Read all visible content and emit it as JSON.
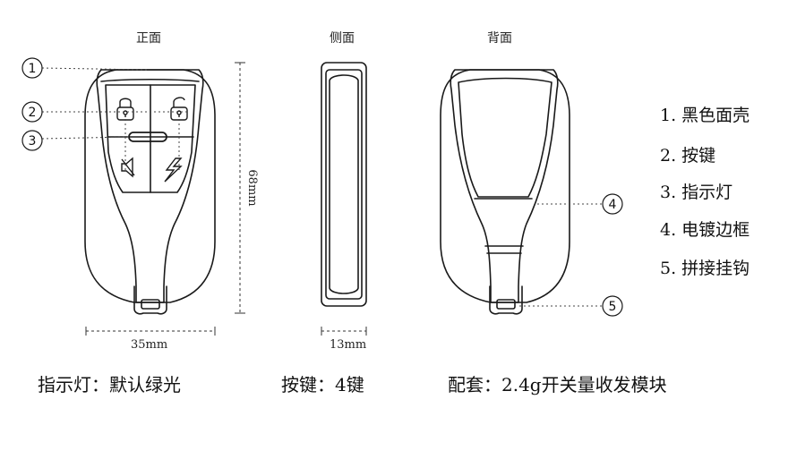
{
  "views": {
    "front": "正面",
    "side": "侧面",
    "back": "背面"
  },
  "callouts": [
    "1",
    "2",
    "3",
    "4",
    "5"
  ],
  "dimensions": {
    "height": "68mm",
    "width": "35mm",
    "thickness": "13mm"
  },
  "legend": [
    "1. 黑色面壳",
    "2. 按键",
    "3. 指示灯",
    "4. 电镀边框",
    "5. 拼接挂钩"
  ],
  "footer": {
    "indicator": "指示灯：默认绿光",
    "buttons": "按键：4键",
    "accessory": "配套：2.4g开关量收发模块"
  },
  "colors": {
    "line": "#1a1a1a",
    "leader": "#444444"
  }
}
